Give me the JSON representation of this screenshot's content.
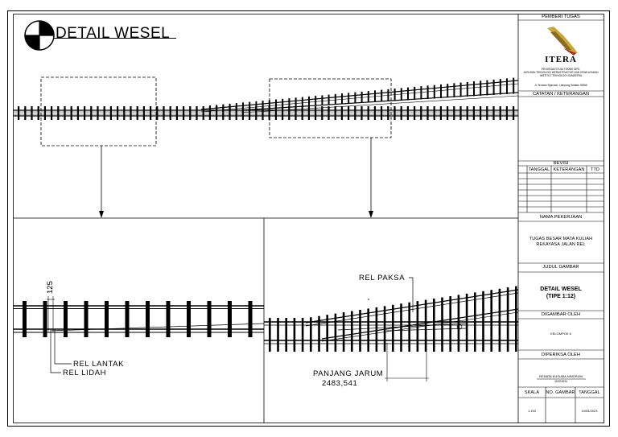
{
  "drawing": {
    "title": "DETAIL WESEL",
    "labels": {
      "rel_paksa": "REL PAKSA",
      "rel_lantak": "REL LANTAK",
      "rel_lidah": "REL LIDAH",
      "panjang_jarum": "PANJANG JARUM",
      "panjang_jarum_value": "2483,541",
      "dimension_125": "125"
    }
  },
  "title_block": {
    "pemberi_tugas_header": "PEMBERI TUGAS",
    "logo_text": "ITERA",
    "institution_lines": [
      "PROGRAM STUDI TEKNIK SIPIL",
      "JURUSAN TEKNOLOGI INFRASTRUKTUR DAN KEWILAYAHAN",
      "INSTITUT TEKNOLOGI SUMATERA",
      "Jl. Terusan Ryacudu, Lampung Selatan 35365"
    ],
    "catatan_header": "CATATAN / KETERANGAN",
    "revisi_header": "REVISI",
    "revisi_columns": [
      "TANGGAL",
      "KETERANGAN",
      "TTD"
    ],
    "nama_pekerjaan_header": "NAMA PEKERJAAN",
    "nama_pekerjaan_lines": [
      "TUGAS BESAR MATA KULIAH",
      "REKAYASA JALAN REL"
    ],
    "judul_gambar_header": "JUDUL GAMBAR",
    "judul_gambar_lines": [
      "DETAIL WESEL",
      "(TIPE 1:12)"
    ],
    "digambar_oleh_header": "DIGAMBAR OLEH",
    "digambar_oleh_value": "KELOMPOK 6",
    "diperiksa_oleh_header": "DIPERIKSA OLEH",
    "diperiksa_oleh_name": "RENATA KUSUMA NINGRUM",
    "diperiksa_oleh_id": "119210034",
    "footer_columns": [
      "SKALA",
      "NO. GAMBAR",
      "TANGGAL"
    ],
    "footer_values": [
      "1:150",
      "",
      "10/04/2023"
    ]
  },
  "colors": {
    "line": "#000000",
    "paper": "#ffffff",
    "logo_gold": "#c9a63c",
    "logo_red": "#a03020"
  }
}
